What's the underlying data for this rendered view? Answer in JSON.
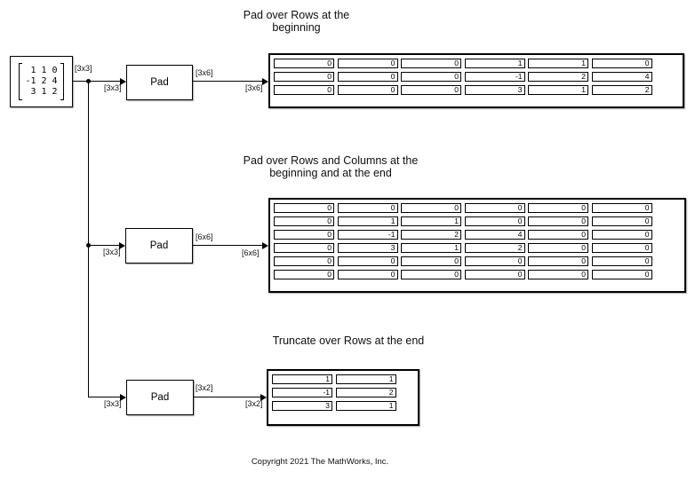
{
  "annotations": {
    "title1": "Pad over Rows at the beginning",
    "title2": "Pad over Rows and Columns at the beginning and at the end",
    "title3": "Truncate over Rows at the end",
    "copyright": "Copyright 2021 The MathWorks, Inc."
  },
  "constant_block": {
    "matrix_rows": [
      " 1 1 0",
      "-1 2 4",
      " 3 1 2"
    ]
  },
  "pad_blocks": [
    {
      "label": "Pad"
    },
    {
      "label": "Pad"
    },
    {
      "label": "Pad"
    }
  ],
  "signal_labels": {
    "const_out": "[3x3]",
    "pad1_in": "[3x3]",
    "pad1_out": "[3x6]",
    "disp1_in": "[3x6]",
    "pad2_in": "[3x3]",
    "pad2_out": "[6x6]",
    "disp2_in": "[6x6]",
    "pad3_in": "[3x3]",
    "pad3_out": "[3x2]",
    "disp3_in": "[3x2]"
  },
  "displays": [
    {
      "rows": [
        [
          "0",
          "0",
          "0",
          "1",
          "1",
          "0"
        ],
        [
          "0",
          "0",
          "0",
          "-1",
          "2",
          "4"
        ],
        [
          "0",
          "0",
          "0",
          "3",
          "1",
          "2"
        ]
      ]
    },
    {
      "rows": [
        [
          "0",
          "0",
          "0",
          "0",
          "0",
          "0"
        ],
        [
          "0",
          "1",
          "1",
          "0",
          "0",
          "0"
        ],
        [
          "0",
          "-1",
          "2",
          "4",
          "0",
          "0"
        ],
        [
          "0",
          "3",
          "1",
          "2",
          "0",
          "0"
        ],
        [
          "0",
          "0",
          "0",
          "0",
          "0",
          "0"
        ],
        [
          "0",
          "0",
          "0",
          "0",
          "0",
          "0"
        ]
      ]
    },
    {
      "rows": [
        [
          "1",
          "1"
        ],
        [
          "-1",
          "2"
        ],
        [
          "3",
          "1"
        ]
      ]
    }
  ],
  "colors": {
    "ink": "#000000",
    "background": "#ffffff",
    "block_fill": "#ffffff"
  }
}
